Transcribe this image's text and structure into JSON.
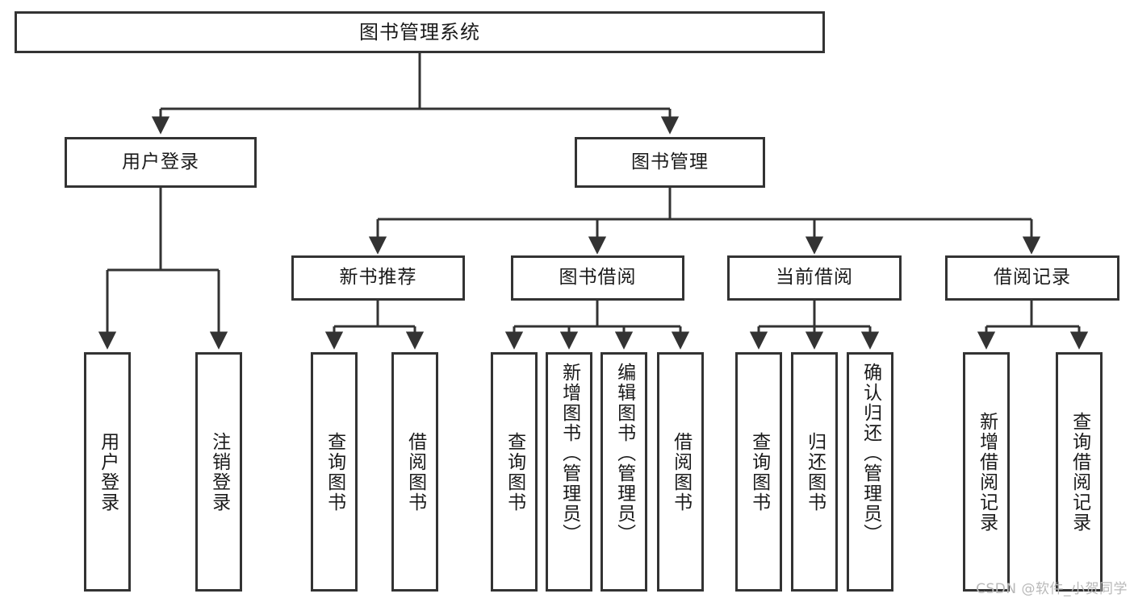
{
  "diagram": {
    "type": "tree",
    "title": "图书管理系统",
    "orientation": "top-down",
    "colors": {
      "node_border": "#333333",
      "node_fill": "#ffffff",
      "edge": "#333333",
      "text": "#1a1a1a",
      "watermark": "#b9b9b9",
      "background": "#ffffff"
    },
    "root": {
      "label": "图书管理系统"
    },
    "level2": [
      {
        "label": "用户登录"
      },
      {
        "label": "图书管理"
      }
    ],
    "level3": [
      {
        "label": "新书推荐"
      },
      {
        "label": "图书借阅"
      },
      {
        "label": "当前借阅"
      },
      {
        "label": "借阅记录"
      }
    ],
    "leaves": {
      "user_login": [
        {
          "label": "用户登录"
        },
        {
          "label": "注销登录"
        }
      ],
      "new_book_recommend": [
        {
          "label": "查询图书"
        },
        {
          "label": "借阅图书"
        }
      ],
      "book_borrow": [
        {
          "label": "查询图书"
        },
        {
          "label": "新增图书（管理员）"
        },
        {
          "label": "编辑图书（管理员）"
        },
        {
          "label": "借阅图书"
        }
      ],
      "current_borrow": [
        {
          "label": "查询图书"
        },
        {
          "label": "归还图书"
        },
        {
          "label": "确认归还（管理员）"
        }
      ],
      "borrow_record": [
        {
          "label": "新增借阅记录"
        },
        {
          "label": "查询借阅记录"
        }
      ]
    }
  },
  "watermark": {
    "text": "CSDN @软件_小贺同学"
  }
}
